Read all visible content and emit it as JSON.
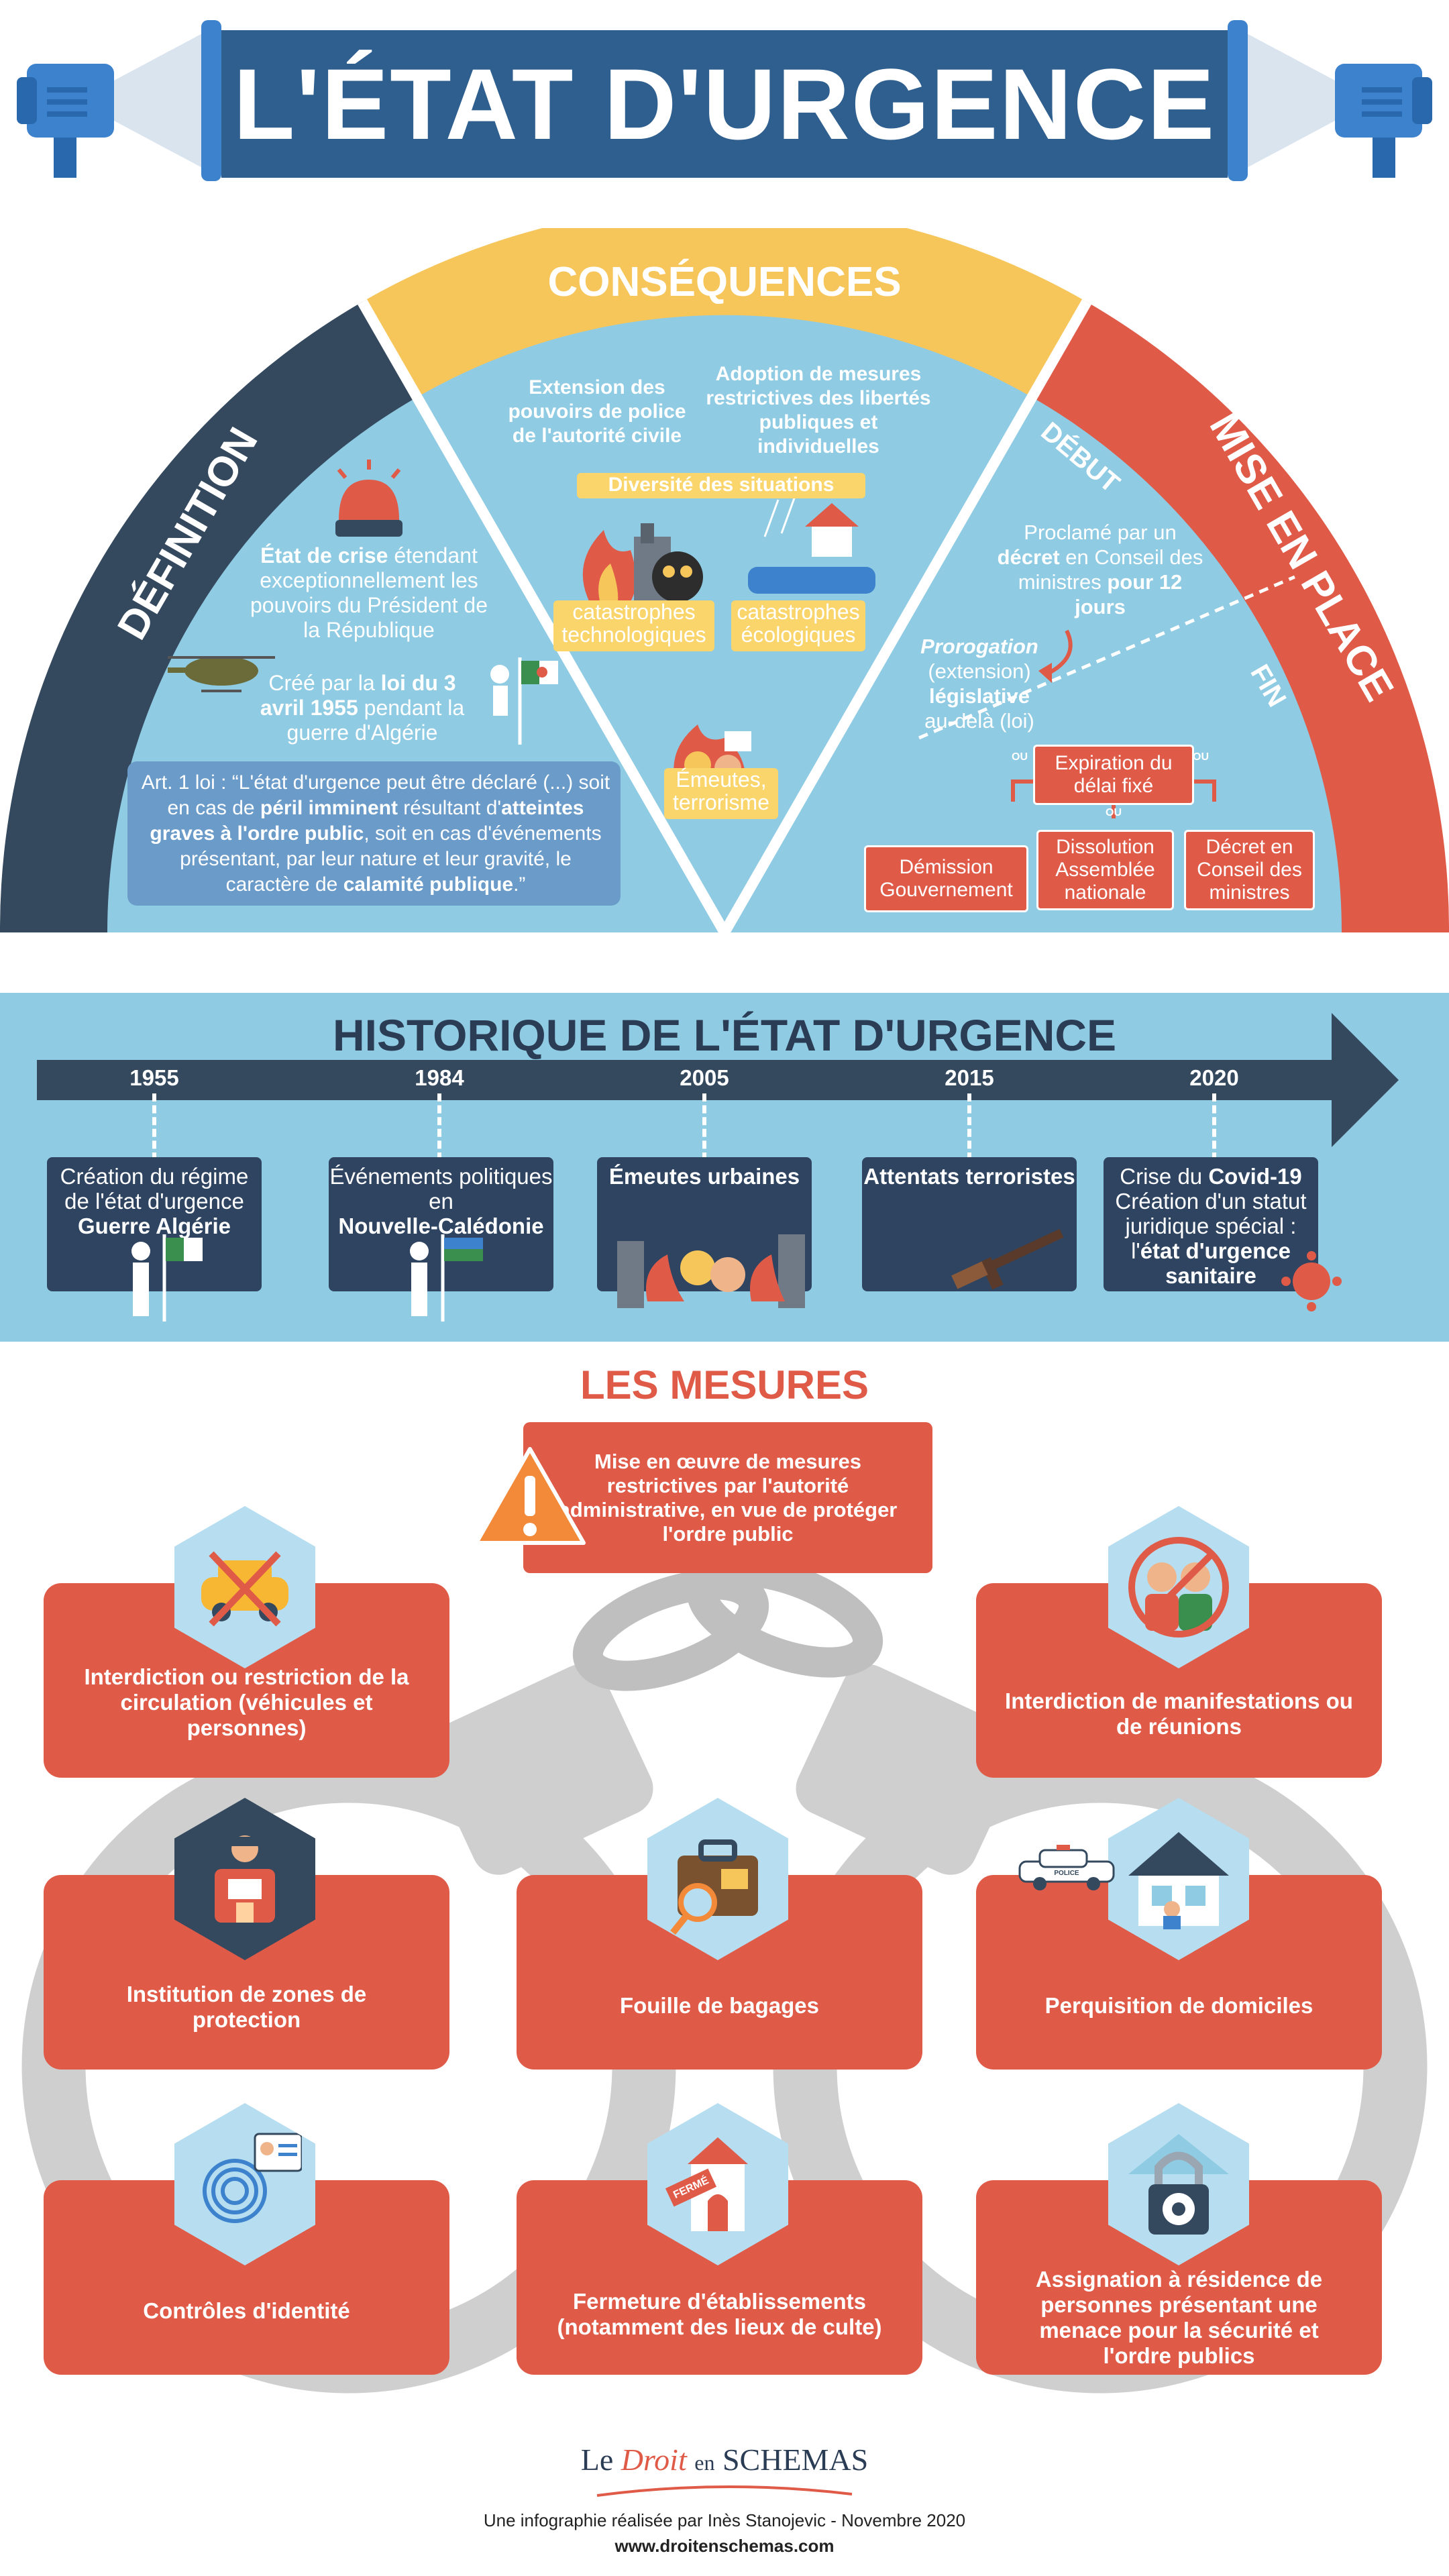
{
  "title": "L'ÉTAT D'URGENCE",
  "sections": {
    "consequences": "CONSÉQUENCES",
    "definition": "DÉFINITION",
    "mise_en_place": "MISE EN PLACE",
    "debut": "DÉBUT",
    "fin": "FIN"
  },
  "definition": {
    "crise_bold": "État de crise",
    "crise_rest": " étendant exceptionnellement les pouvoirs du Président de la République",
    "loi_pre": "Créé par la ",
    "loi_bold": "loi du 3 avril 1955",
    "loi_post": " pendant la guerre d'Algérie",
    "art_pre": "Art. 1 loi  : “L'état d'urgence peut être déclaré (...) soit en cas de ",
    "art_b1": "péril imminent",
    "art_mid1": " résultant d'",
    "art_b2": "atteintes graves à l'ordre public",
    "art_mid2": ", soit en cas d'événements présentant, par leur nature et leur gravité, le caractère de ",
    "art_b3": "calamité publique",
    "art_end": ".”"
  },
  "consequences": {
    "extension": "Extension des pouvoirs de police de l'autorité civile",
    "adoption": "Adoption de mesures restrictives des libertés publiques et individuelles",
    "diversite": "Diversité des situations",
    "techno": "catastrophes technologiques",
    "eco": "catastrophes écologiques",
    "emeutes": "Émeutes, terrorisme"
  },
  "mise": {
    "proclame_pre": "Proclamé par un ",
    "proclame_b1": "décret",
    "proclame_mid": " en Conseil des ministres ",
    "proclame_b2": "pour 12 jours",
    "prorog_b": "Prorogation",
    "prorog_rest": "(extension)",
    "prorog_b2": "législative",
    "prorog_end": "au-delà (loi)",
    "expiration": "Expiration du délai fixé",
    "ou": "OU",
    "demission": "Démission Gouvernement",
    "dissolution": "Dissolution Assemblée nationale",
    "decret": "Décret en Conseil des ministres"
  },
  "historique": {
    "title": "HISTORIQUE DE L'ÉTAT D'URGENCE",
    "years": [
      "1955",
      "1984",
      "2005",
      "2015",
      "2020"
    ],
    "e1955_pre": "Création du régime de l'état d'urgence",
    "e1955_b": "Guerre Algérie",
    "e1984_pre": "Événements politiques en",
    "e1984_b": "Nouvelle-Calédonie",
    "e2005_b": "Émeutes urbaines",
    "e2015_b": "Attentats terroristes",
    "e2020_pre": "Crise du ",
    "e2020_b1": "Covid-19",
    "e2020_mid": "Création d'un statut juridique spécial : l'",
    "e2020_b2": "état d'urgence sanitaire"
  },
  "mesures": {
    "title": "LES MESURES",
    "intro": "Mise en œuvre de mesures restrictives par l'autorité administrative, en vue de protéger l'ordre public",
    "items": [
      "Interdiction ou restriction de la circulation (véhicules et personnes)",
      "Interdiction de manifestations ou de réunions",
      "Institution de zones de protection",
      "Fouille de bagages",
      "Perquisition de domiciles",
      "Contrôles d'identité",
      "Fermeture d'établissements (notamment des lieux de culte)",
      "Assignation à résidence de personnes présentant une menace pour la sécurité et l'ordre publics"
    ],
    "police_label": "POLICE",
    "ferme_label": "FERMÉ"
  },
  "footer": {
    "logo_le": "Le",
    "logo_droit": "Droit",
    "logo_en": "en",
    "logo_schemas": "SCHEMAS",
    "credit": "Une infographie réalisée par Inès Stanojevic - Novembre 2020",
    "url": "www.droitenschemas.com"
  },
  "colors": {
    "navy": "#2e4461",
    "blue": "#2e5f8f",
    "sky": "#8fcbe3",
    "yellow": "#f7c65a",
    "red": "#e05a48"
  }
}
